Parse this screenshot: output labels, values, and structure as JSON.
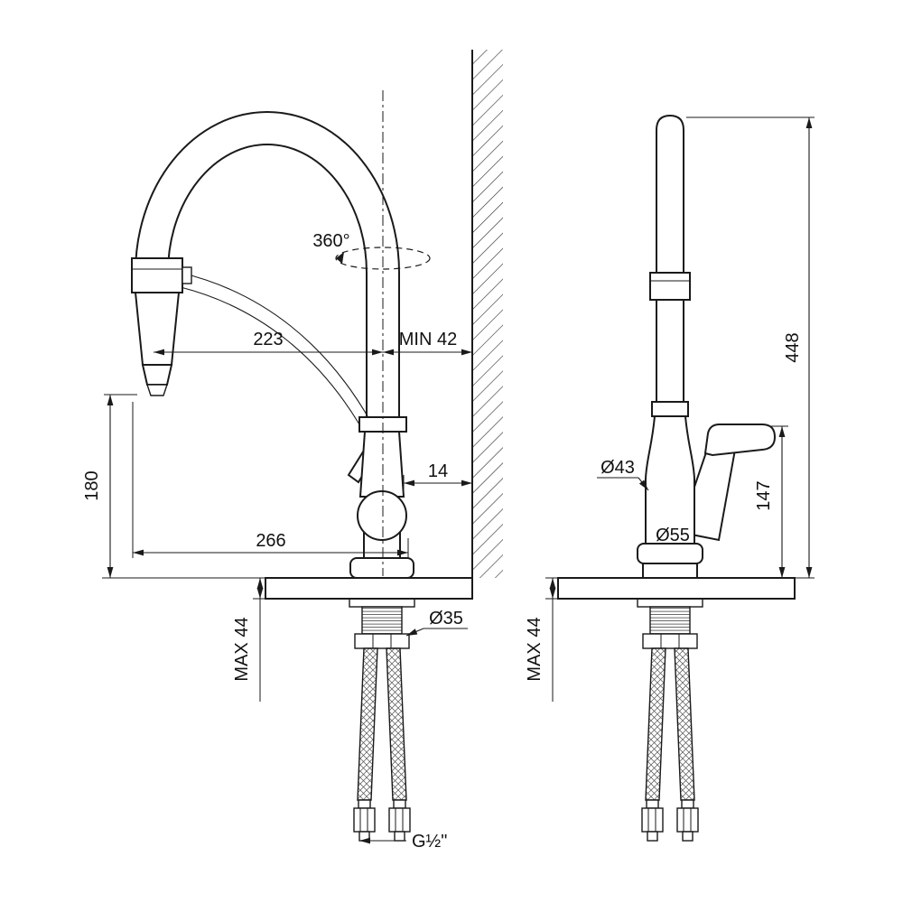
{
  "drawing": {
    "background": "#ffffff",
    "line_color": "#1a1a1a",
    "labels": {
      "rotation": "360°",
      "spout_reach": "223",
      "min_to_wall": "MIN 42",
      "outlet_height": "180",
      "body_to_wall": "14",
      "overall_reach": "266",
      "max_counter_thickness_left": "MAX 44",
      "mounting_hole_diameter": "Ø35",
      "connection_thread": "G½\"",
      "body_diameter": "Ø43",
      "base_diameter": "Ø55",
      "handle_height": "147",
      "overall_height": "448",
      "max_counter_thickness_right": "MAX 44"
    }
  }
}
